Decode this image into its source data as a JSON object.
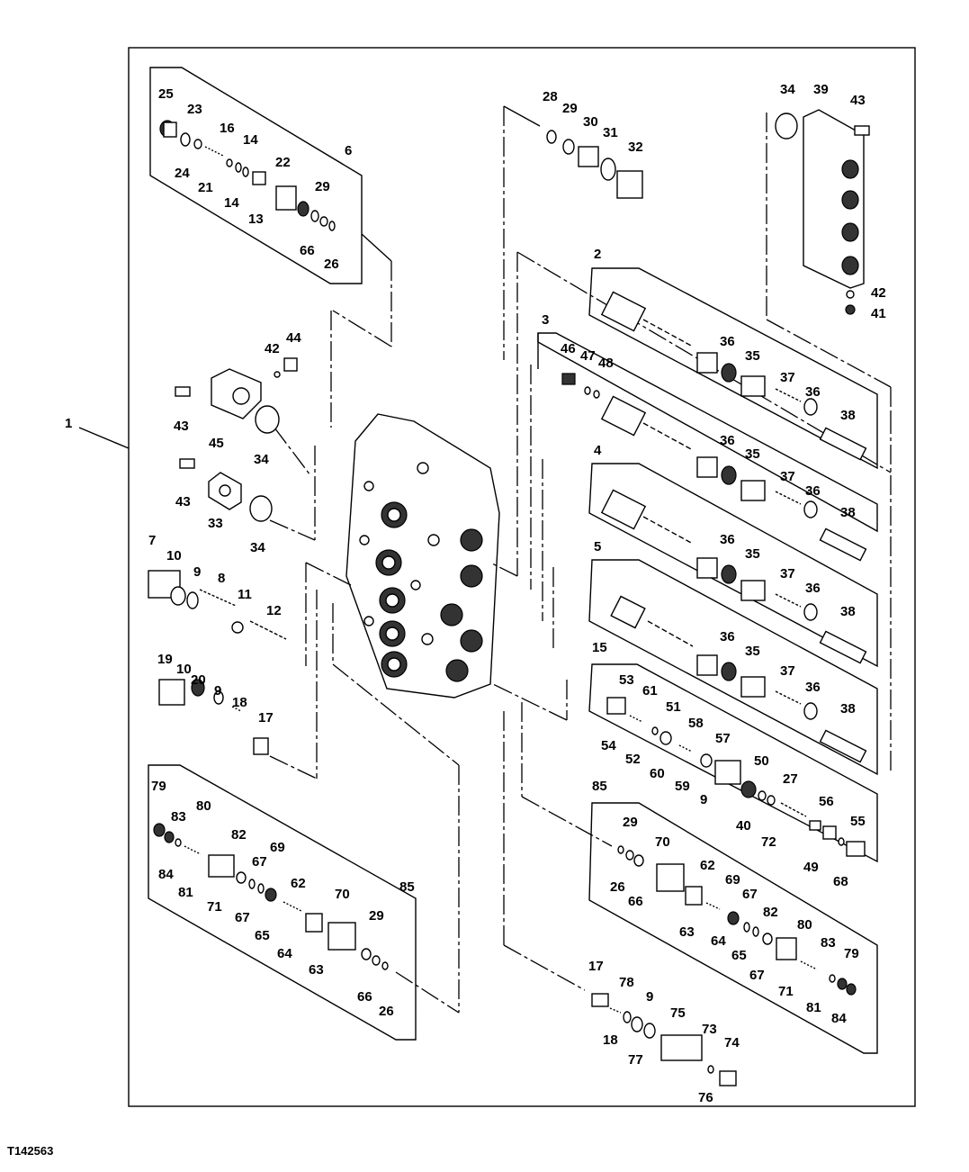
{
  "figure_code": "T142563",
  "callouts": {
    "c1": "1",
    "c2": "2",
    "c3": "3",
    "c4": "4",
    "c5": "5",
    "c6": "6",
    "c7": "7",
    "c8": "8",
    "c9a": "9",
    "c10a": "10",
    "c11": "11",
    "c12": "12",
    "c13": "13",
    "c14a": "14",
    "c14b": "14",
    "c15": "15",
    "c16": "16",
    "c17a": "17",
    "c18a": "18",
    "c19": "19",
    "c10b": "10",
    "c20": "20",
    "c9b": "9",
    "c21": "21",
    "c22": "22",
    "c23": "23",
    "c24": "24",
    "c25": "25",
    "c26a": "26",
    "c29a": "29",
    "c66a": "66",
    "c28": "28",
    "c29b": "29",
    "c30": "30",
    "c31": "31",
    "c32": "32",
    "c34a": "34",
    "c39": "39",
    "c43a": "43",
    "c42a": "42",
    "c41": "41",
    "c42b": "42",
    "c44": "44",
    "c43b": "43",
    "c45": "45",
    "c34b": "34",
    "c43c": "43",
    "c33": "33",
    "c34c": "34",
    "c46": "46",
    "c47": "47",
    "c48": "48",
    "c36a": "36",
    "c35a": "35",
    "c37a": "37",
    "c36b": "36",
    "c38a": "38",
    "c36c": "36",
    "c35b": "35",
    "c37b": "37",
    "c36d": "36",
    "c38b": "38",
    "c36e": "36",
    "c35c": "35",
    "c37c": "37",
    "c36f": "36",
    "c38c": "38",
    "c36g": "36",
    "c35d": "35",
    "c37d": "37",
    "c36h": "36",
    "c38d": "38",
    "c53": "53",
    "c61": "61",
    "c51": "51",
    "c58": "58",
    "c54": "54",
    "c52": "52",
    "c60": "60",
    "c59": "59",
    "c57": "57",
    "c9c": "9",
    "c50": "50",
    "c40": "40",
    "c27": "27",
    "c72": "72",
    "c56": "56",
    "c49": "49",
    "c55": "55",
    "c68": "68",
    "c85a": "85",
    "c29c": "29",
    "c70a": "70",
    "c26b": "26",
    "c66b": "66",
    "c62a": "62",
    "c69a": "69",
    "c67a": "67",
    "c63a": "63",
    "c64a": "64",
    "c65a": "65",
    "c82a": "82",
    "c67b": "67",
    "c80a": "80",
    "c83a": "83",
    "c79a": "79",
    "c71a": "71",
    "c81a": "81",
    "c84a": "84",
    "c79b": "79",
    "c83b": "83",
    "c80b": "80",
    "c84b": "84",
    "c81b": "81",
    "c82b": "82",
    "c71b": "71",
    "c67c": "67",
    "c69b": "69",
    "c67d": "67",
    "c65b": "65",
    "c62b": "62",
    "c64b": "64",
    "c70b": "70",
    "c63b": "63",
    "c29d": "29",
    "c66c": "66",
    "c26c": "26",
    "c85b": "85",
    "c17b": "17",
    "c78": "78",
    "c9d": "9",
    "c18b": "18",
    "c77": "77",
    "c75": "75",
    "c73": "73",
    "c74": "74",
    "c76": "76"
  }
}
